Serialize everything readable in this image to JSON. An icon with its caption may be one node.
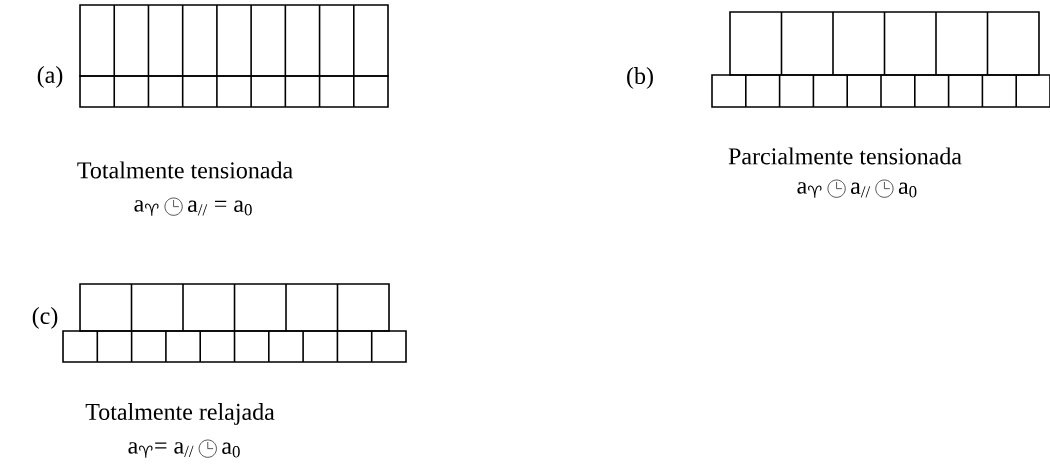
{
  "diagram": {
    "labels": [
      "(a)",
      "(b)",
      "Totalmente tensionada",
      "a$_{♈}$",
      "a$_{//}$ = a$_{0}$",
      "Parcialmente tensionada",
      "a$_{♈}$",
      "a$_{//}$",
      "a$_{0}$",
      "(c)",
      "Totalmente relajada",
      "a$_{♈}$= a$_{//}$",
      "a$_{0}$"
    ]
  }
}
